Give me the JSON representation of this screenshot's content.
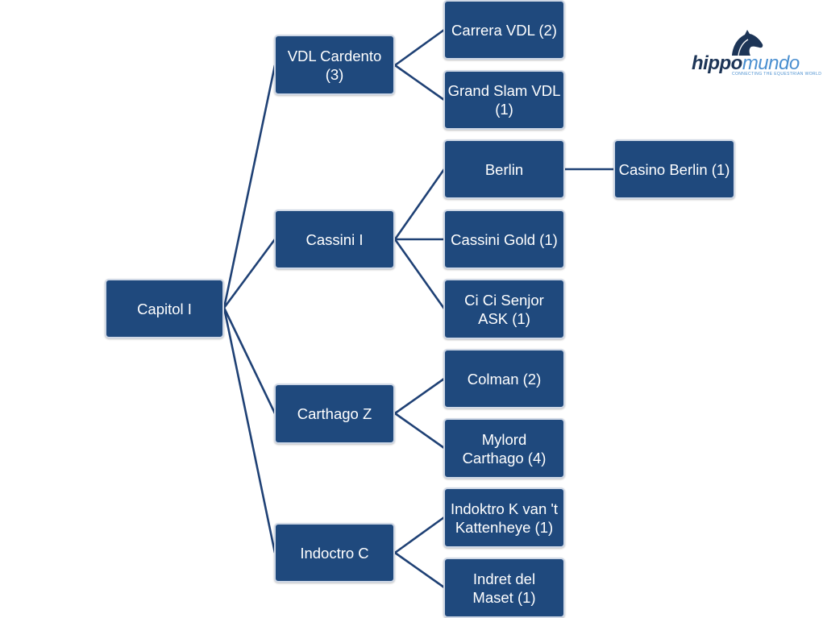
{
  "tree": {
    "root": "Capitol I",
    "level1": {
      "vdl_cardento": "VDL Cardento (3)",
      "cassini": "Cassini I",
      "carthago": "Carthago Z",
      "indoctro": "Indoctro C"
    },
    "level2": {
      "carrera_vdl": "Carrera VDL (2)",
      "grand_slam_vdl": "Grand Slam VDL (1)",
      "berlin": "Berlin",
      "cassini_gold": "Cassini Gold (1)",
      "ci_ci_senjor": "Ci Ci Senjor ASK (1)",
      "colman": "Colman (2)",
      "mylord_carthago": "Mylord Carthago (4)",
      "indoktro_k": "Indoktro K van 't Kattenheye (1)",
      "indret_del_maset": "Indret del Maset (1)"
    },
    "level3": {
      "casino_berlin": "Casino Berlin (1)"
    }
  },
  "logo": {
    "word_part1": "hippo",
    "word_part2": "mundo",
    "tagline": "CONNECTING THE EQUESTRIAN WORLD",
    "icon": "horse-head-icon"
  },
  "colors": {
    "node_fill": "#1f497d",
    "node_border": "#cfd8e6",
    "edge": "#1f4175",
    "logo_dark": "#1d3557",
    "logo_light": "#4a8fd0"
  }
}
